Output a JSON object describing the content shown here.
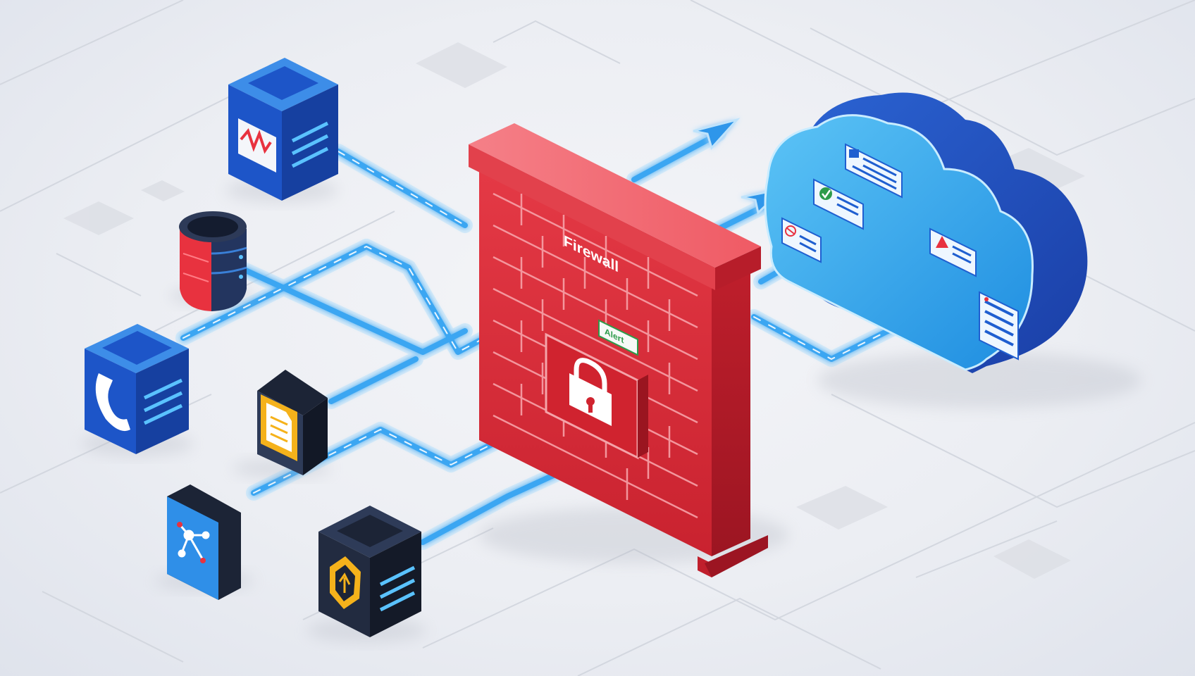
{
  "firewall": {
    "label": "Firewall",
    "alert_tag": "Alert",
    "lock": "padlock-icon"
  },
  "sources": [
    {
      "id": "monitor-server",
      "icon": "activity-monitor-icon"
    },
    {
      "id": "database",
      "icon": "database-icon"
    },
    {
      "id": "phone-server",
      "icon": "phone-icon"
    },
    {
      "id": "document-terminal",
      "icon": "document-icon"
    },
    {
      "id": "network-node",
      "icon": "network-share-icon"
    },
    {
      "id": "shield-server",
      "icon": "shield-upload-icon"
    }
  ],
  "cloud": {
    "icon": "cloud-icon",
    "panels": [
      "list-panel",
      "check-panel",
      "blocked-panel",
      "warning-panel",
      "server-panel"
    ]
  },
  "colors": {
    "firewall_red": "#e8323f",
    "flow_blue": "#38a4f0",
    "cloud_blue": "#1f5fd0",
    "server_blue": "#1d55c8",
    "dark_box": "#1c2436",
    "alert_green": "#2e9b4a"
  }
}
